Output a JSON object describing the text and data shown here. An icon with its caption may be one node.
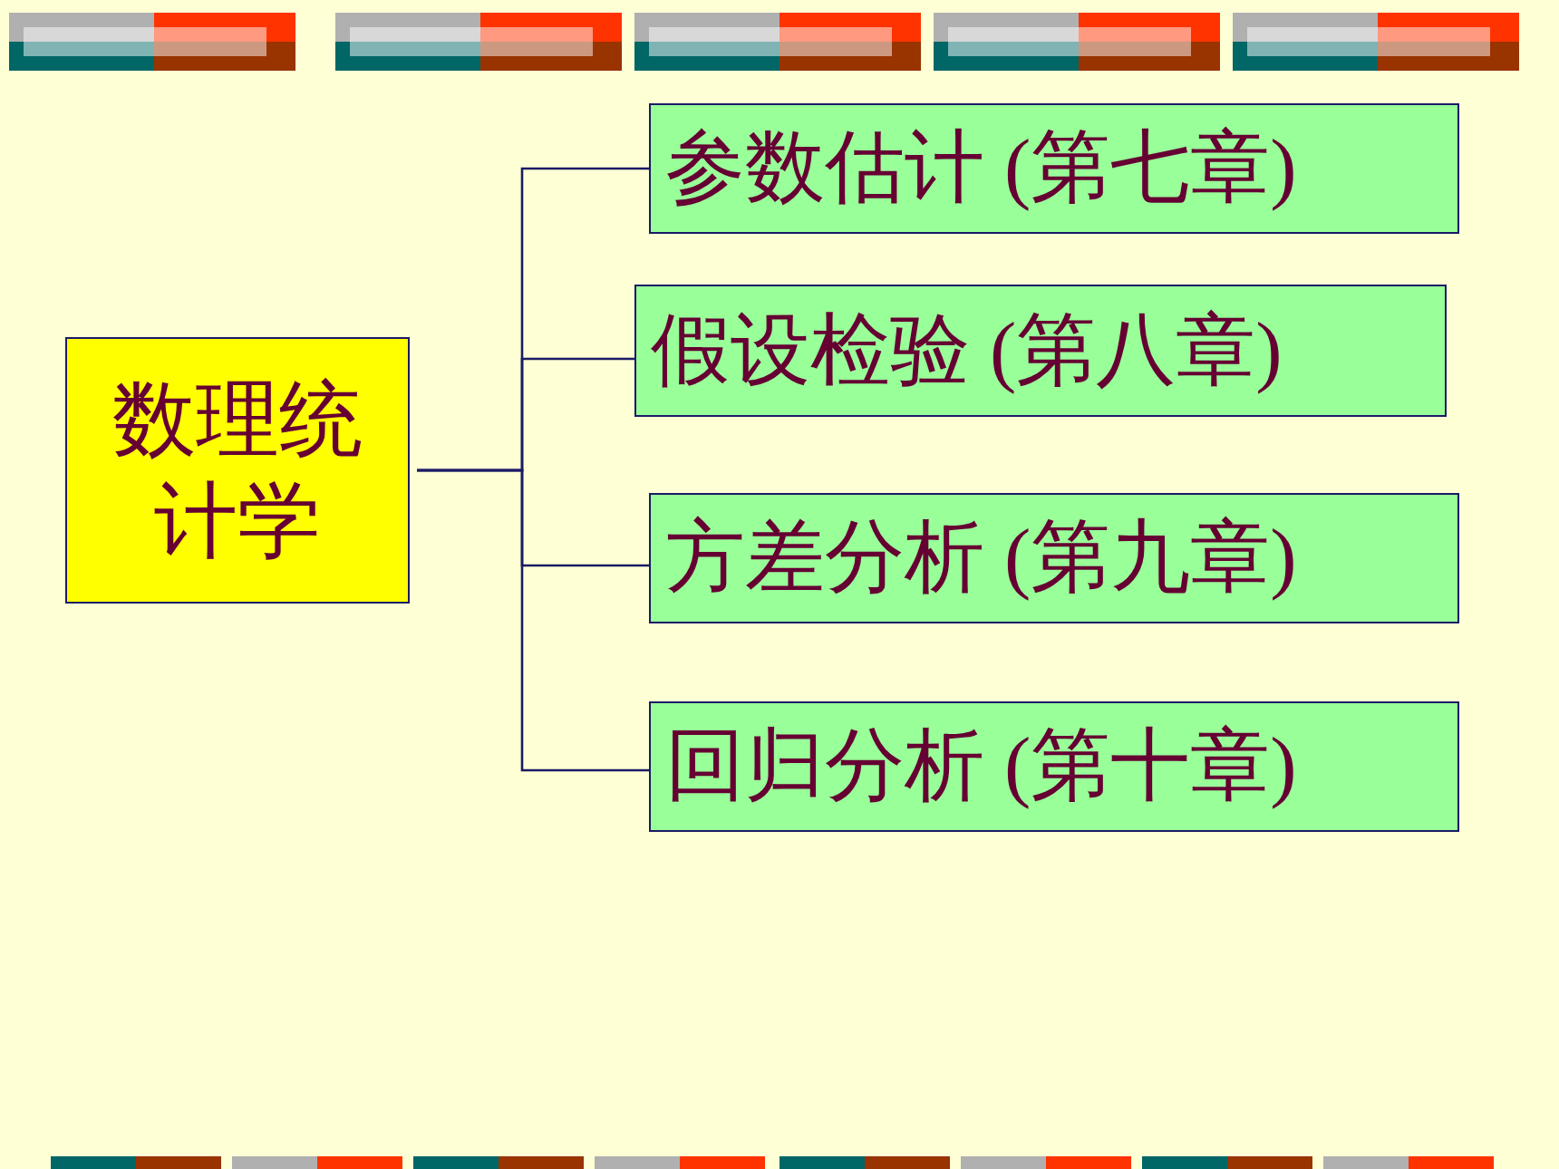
{
  "diagram": {
    "nodes": [
      {
        "text": [
          "数理统计学"
        ]
      },
      {
        "text": [
          "参数估计 (第七章)"
        ]
      },
      {
        "text": [
          "假设检验 (第八章)"
        ]
      },
      {
        "text": [
          "方差分析 (第九章)"
        ]
      },
      {
        "text": [
          "回归分析 (第十章)"
        ]
      }
    ],
    "edges": [
      {
        "from": 0,
        "to": 1,
        "arrow": "none"
      },
      {
        "from": 0,
        "to": 2,
        "arrow": "none"
      },
      {
        "from": 0,
        "to": 3,
        "arrow": "none"
      },
      {
        "from": 0,
        "to": 4,
        "arrow": "none"
      }
    ]
  }
}
